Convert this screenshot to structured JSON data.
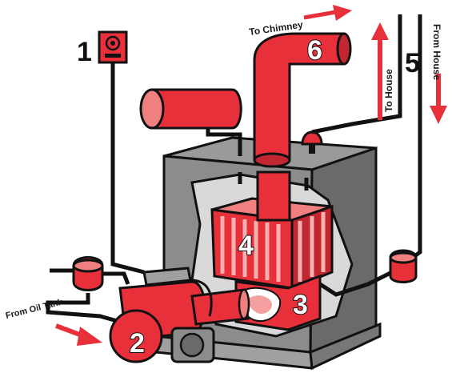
{
  "labels": {
    "to_chimney": "To Chimney",
    "to_house": "To House",
    "from_house": "From House",
    "from_oil_tank": "From Oil Tank"
  },
  "callouts": {
    "thermostat": "1",
    "burner": "2",
    "combustion_chamber": "3",
    "heat_exchanger": "4",
    "water_pipes": "5",
    "flue": "6"
  },
  "colors": {
    "red": "#e8303a",
    "dark_red": "#a81c24",
    "light_red": "#f5a0a0",
    "gray": "#8a8a8a",
    "dark_gray": "#5a5a5a",
    "light_gray": "#b5b5b5",
    "outline": "#111111"
  },
  "icons": {
    "thermostat": "thermostat-icon",
    "flame": "flame-icon",
    "arrows": "arrow-icon"
  }
}
